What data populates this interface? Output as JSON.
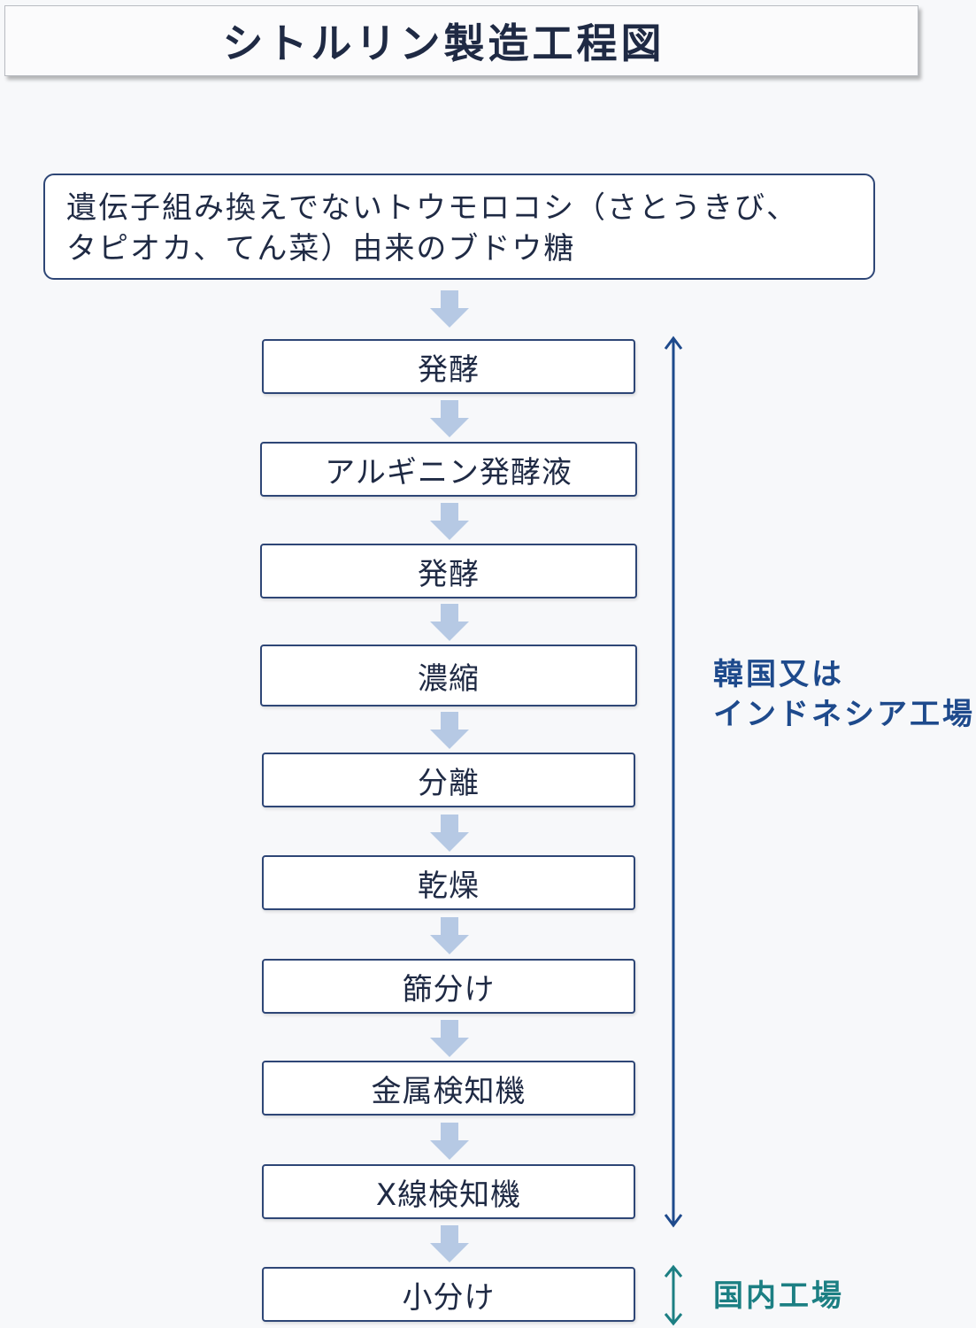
{
  "title": "シトルリン製造工程図",
  "source": {
    "line1": "遺伝子組み換えでないトウモロコシ（さとうきび、",
    "line2": "タピオカ、てん菜）由来のブドウ糖"
  },
  "steps": [
    {
      "label": "発酵"
    },
    {
      "label": "アルギニン発酵液"
    },
    {
      "label": "発酵"
    },
    {
      "label": "濃縮"
    },
    {
      "label": "分離"
    },
    {
      "label": "乾燥"
    },
    {
      "label": "篩分け"
    },
    {
      "label": "金属検知機"
    },
    {
      "label": "X線検知機"
    },
    {
      "label": "小分け"
    }
  ],
  "ranges": [
    {
      "label_line1": "韓国又は",
      "label_line2": "インドネシア工場",
      "color": "#1e4a8c"
    },
    {
      "label": "国内工場",
      "color": "#1c7f83"
    }
  ],
  "colors": {
    "box_border": "#2e4676",
    "arrow_fill": "#b6c9e4"
  }
}
